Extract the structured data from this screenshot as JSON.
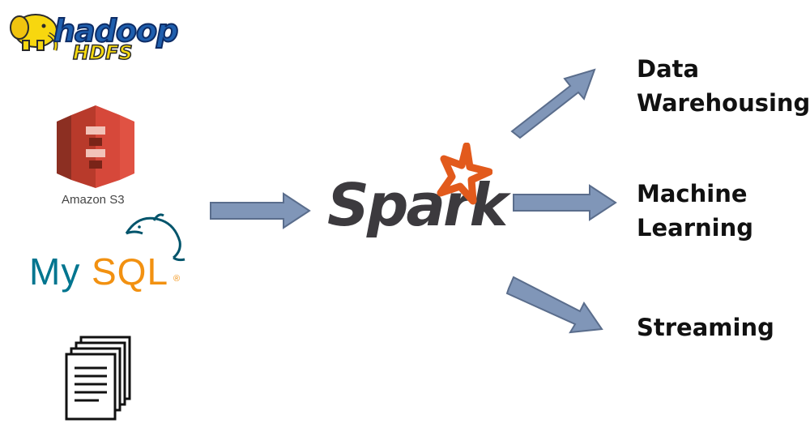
{
  "sources": {
    "hadoop": {
      "logo_text": "hadoop",
      "sub_text": "HDFS"
    },
    "s3": {
      "label": "Amazon S3"
    },
    "mysql": {
      "my": "My",
      "sql": "SQL",
      "reg": "®"
    },
    "files": {
      "icon": "documents-stack-icon"
    }
  },
  "engine": {
    "logo_text": "Spark"
  },
  "outputs": {
    "data_warehousing": {
      "line1": "Data",
      "line2": "Warehousing"
    },
    "machine_learning": {
      "line1": "Machine",
      "line2": "Learning"
    },
    "streaming": {
      "line1": "Streaming"
    }
  },
  "colors": {
    "arrow_fill": "#8096b8",
    "arrow_stroke": "#5a6d8c",
    "s3_red": "#c7412f",
    "spark_star": "#e25a1c",
    "mysql_blue": "#00758f",
    "mysql_orange": "#f29111"
  }
}
